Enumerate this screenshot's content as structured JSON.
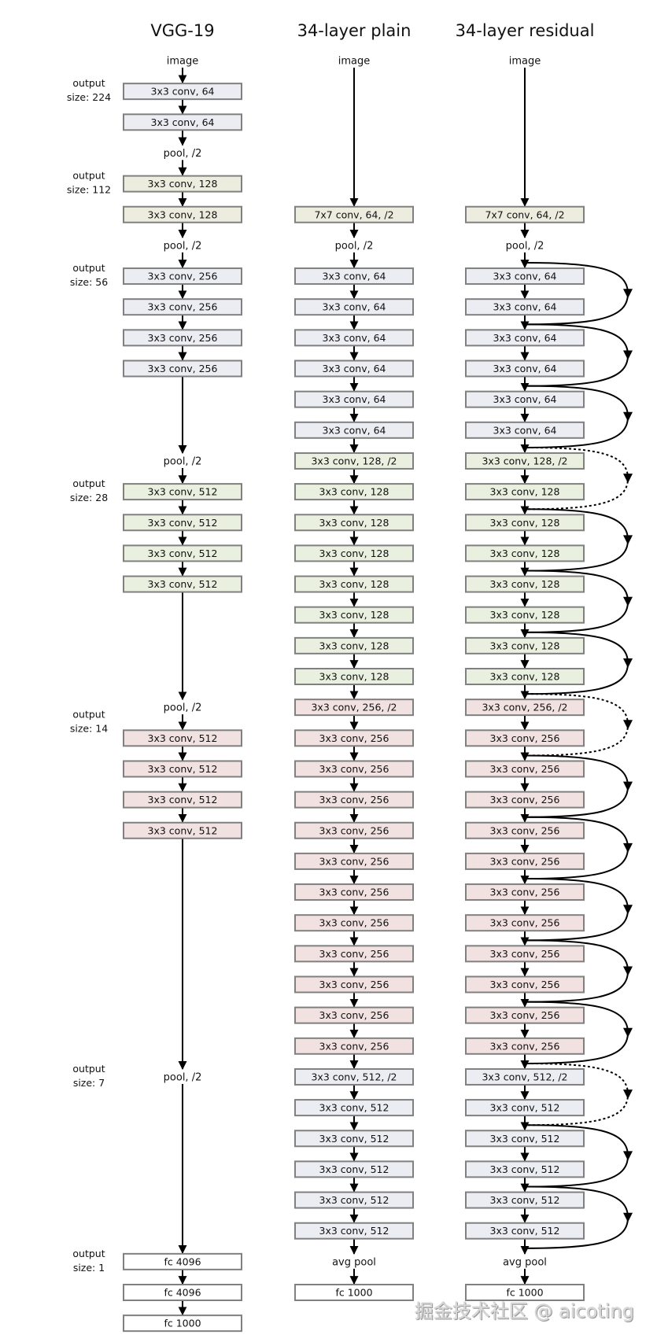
{
  "colors": {
    "gray": "#ecedf2",
    "beige": "#ededdf",
    "green": "#eaf0df",
    "pink": "#f2e1e1",
    "white": "#ffffff",
    "border": "#808080",
    "arrow": "#000000"
  },
  "columns": [
    {
      "id": "vgg19",
      "title": "VGG-19",
      "items": [
        {
          "row": 0,
          "type": "text",
          "label": "image"
        },
        {
          "row": 1,
          "type": "block",
          "label": "3x3 conv, 64",
          "color": "gray"
        },
        {
          "row": 2,
          "type": "block",
          "label": "3x3 conv, 64",
          "color": "gray"
        },
        {
          "row": 3,
          "type": "text",
          "label": "pool, /2"
        },
        {
          "row": 4,
          "type": "block",
          "label": "3x3 conv, 128",
          "color": "beige"
        },
        {
          "row": 5,
          "type": "block",
          "label": "3x3 conv, 128",
          "color": "beige"
        },
        {
          "row": 6,
          "type": "text",
          "label": "pool, /2"
        },
        {
          "row": 7,
          "type": "block",
          "label": "3x3 conv, 256",
          "color": "gray"
        },
        {
          "row": 8,
          "type": "block",
          "label": "3x3 conv, 256",
          "color": "gray"
        },
        {
          "row": 9,
          "type": "block",
          "label": "3x3 conv, 256",
          "color": "gray"
        },
        {
          "row": 10,
          "type": "block",
          "label": "3x3 conv, 256",
          "color": "gray"
        },
        {
          "row": 13,
          "type": "text",
          "label": "pool, /2"
        },
        {
          "row": 14,
          "type": "block",
          "label": "3x3 conv, 512",
          "color": "green"
        },
        {
          "row": 15,
          "type": "block",
          "label": "3x3 conv, 512",
          "color": "green"
        },
        {
          "row": 16,
          "type": "block",
          "label": "3x3 conv, 512",
          "color": "green"
        },
        {
          "row": 17,
          "type": "block",
          "label": "3x3 conv, 512",
          "color": "green"
        },
        {
          "row": 21,
          "type": "text",
          "label": "pool, /2"
        },
        {
          "row": 22,
          "type": "block",
          "label": "3x3 conv, 512",
          "color": "pink"
        },
        {
          "row": 23,
          "type": "block",
          "label": "3x3 conv, 512",
          "color": "pink"
        },
        {
          "row": 24,
          "type": "block",
          "label": "3x3 conv, 512",
          "color": "pink"
        },
        {
          "row": 25,
          "type": "block",
          "label": "3x3 conv, 512",
          "color": "pink"
        },
        {
          "row": 33,
          "type": "text",
          "label": "pool, /2"
        },
        {
          "row": 39,
          "type": "block",
          "label": "fc 4096",
          "color": "white"
        },
        {
          "row": 40,
          "type": "block",
          "label": "fc 4096",
          "color": "white"
        },
        {
          "row": 41,
          "type": "block",
          "label": "fc 1000",
          "color": "white"
        }
      ]
    },
    {
      "id": "plain34",
      "title": "34-layer plain",
      "items": [
        {
          "row": 0,
          "type": "text",
          "label": "image"
        },
        {
          "row": 5,
          "type": "block",
          "label": "7x7 conv, 64, /2",
          "color": "beige"
        },
        {
          "row": 6,
          "type": "text",
          "label": "pool, /2"
        },
        {
          "row": 7,
          "type": "block",
          "label": "3x3 conv, 64",
          "color": "gray"
        },
        {
          "row": 8,
          "type": "block",
          "label": "3x3 conv, 64",
          "color": "gray"
        },
        {
          "row": 9,
          "type": "block",
          "label": "3x3 conv, 64",
          "color": "gray"
        },
        {
          "row": 10,
          "type": "block",
          "label": "3x3 conv, 64",
          "color": "gray"
        },
        {
          "row": 11,
          "type": "block",
          "label": "3x3 conv, 64",
          "color": "gray"
        },
        {
          "row": 12,
          "type": "block",
          "label": "3x3 conv, 64",
          "color": "gray"
        },
        {
          "row": 13,
          "type": "block",
          "label": "3x3 conv, 128, /2",
          "color": "green"
        },
        {
          "row": 14,
          "type": "block",
          "label": "3x3 conv, 128",
          "color": "green"
        },
        {
          "row": 15,
          "type": "block",
          "label": "3x3 conv, 128",
          "color": "green"
        },
        {
          "row": 16,
          "type": "block",
          "label": "3x3 conv, 128",
          "color": "green"
        },
        {
          "row": 17,
          "type": "block",
          "label": "3x3 conv, 128",
          "color": "green"
        },
        {
          "row": 18,
          "type": "block",
          "label": "3x3 conv, 128",
          "color": "green"
        },
        {
          "row": 19,
          "type": "block",
          "label": "3x3 conv, 128",
          "color": "green"
        },
        {
          "row": 20,
          "type": "block",
          "label": "3x3 conv, 128",
          "color": "green"
        },
        {
          "row": 21,
          "type": "block",
          "label": "3x3 conv, 256, /2",
          "color": "pink"
        },
        {
          "row": 22,
          "type": "block",
          "label": "3x3 conv, 256",
          "color": "pink"
        },
        {
          "row": 23,
          "type": "block",
          "label": "3x3 conv, 256",
          "color": "pink"
        },
        {
          "row": 24,
          "type": "block",
          "label": "3x3 conv, 256",
          "color": "pink"
        },
        {
          "row": 25,
          "type": "block",
          "label": "3x3 conv, 256",
          "color": "pink"
        },
        {
          "row": 26,
          "type": "block",
          "label": "3x3 conv, 256",
          "color": "pink"
        },
        {
          "row": 27,
          "type": "block",
          "label": "3x3 conv, 256",
          "color": "pink"
        },
        {
          "row": 28,
          "type": "block",
          "label": "3x3 conv, 256",
          "color": "pink"
        },
        {
          "row": 29,
          "type": "block",
          "label": "3x3 conv, 256",
          "color": "pink"
        },
        {
          "row": 30,
          "type": "block",
          "label": "3x3 conv, 256",
          "color": "pink"
        },
        {
          "row": 31,
          "type": "block",
          "label": "3x3 conv, 256",
          "color": "pink"
        },
        {
          "row": 32,
          "type": "block",
          "label": "3x3 conv, 256",
          "color": "pink"
        },
        {
          "row": 33,
          "type": "block",
          "label": "3x3 conv, 512, /2",
          "color": "gray"
        },
        {
          "row": 34,
          "type": "block",
          "label": "3x3 conv, 512",
          "color": "gray"
        },
        {
          "row": 35,
          "type": "block",
          "label": "3x3 conv, 512",
          "color": "gray"
        },
        {
          "row": 36,
          "type": "block",
          "label": "3x3 conv, 512",
          "color": "gray"
        },
        {
          "row": 37,
          "type": "block",
          "label": "3x3 conv, 512",
          "color": "gray"
        },
        {
          "row": 38,
          "type": "block",
          "label": "3x3 conv, 512",
          "color": "gray"
        },
        {
          "row": 39,
          "type": "text",
          "label": "avg pool"
        },
        {
          "row": 40,
          "type": "block",
          "label": "fc 1000",
          "color": "white"
        }
      ]
    },
    {
      "id": "residual34",
      "title": "34-layer residual",
      "items": [
        {
          "row": 0,
          "type": "text",
          "label": "image"
        },
        {
          "row": 5,
          "type": "block",
          "label": "7x7 conv, 64, /2",
          "color": "beige"
        },
        {
          "row": 6,
          "type": "text",
          "label": "pool, /2"
        },
        {
          "row": 7,
          "type": "block",
          "label": "3x3 conv, 64",
          "color": "gray"
        },
        {
          "row": 8,
          "type": "block",
          "label": "3x3 conv, 64",
          "color": "gray"
        },
        {
          "row": 9,
          "type": "block",
          "label": "3x3 conv, 64",
          "color": "gray"
        },
        {
          "row": 10,
          "type": "block",
          "label": "3x3 conv, 64",
          "color": "gray"
        },
        {
          "row": 11,
          "type": "block",
          "label": "3x3 conv, 64",
          "color": "gray"
        },
        {
          "row": 12,
          "type": "block",
          "label": "3x3 conv, 64",
          "color": "gray"
        },
        {
          "row": 13,
          "type": "block",
          "label": "3x3 conv, 128, /2",
          "color": "green"
        },
        {
          "row": 14,
          "type": "block",
          "label": "3x3 conv, 128",
          "color": "green"
        },
        {
          "row": 15,
          "type": "block",
          "label": "3x3 conv, 128",
          "color": "green"
        },
        {
          "row": 16,
          "type": "block",
          "label": "3x3 conv, 128",
          "color": "green"
        },
        {
          "row": 17,
          "type": "block",
          "label": "3x3 conv, 128",
          "color": "green"
        },
        {
          "row": 18,
          "type": "block",
          "label": "3x3 conv, 128",
          "color": "green"
        },
        {
          "row": 19,
          "type": "block",
          "label": "3x3 conv, 128",
          "color": "green"
        },
        {
          "row": 20,
          "type": "block",
          "label": "3x3 conv, 128",
          "color": "green"
        },
        {
          "row": 21,
          "type": "block",
          "label": "3x3 conv, 256, /2",
          "color": "pink"
        },
        {
          "row": 22,
          "type": "block",
          "label": "3x3 conv, 256",
          "color": "pink"
        },
        {
          "row": 23,
          "type": "block",
          "label": "3x3 conv, 256",
          "color": "pink"
        },
        {
          "row": 24,
          "type": "block",
          "label": "3x3 conv, 256",
          "color": "pink"
        },
        {
          "row": 25,
          "type": "block",
          "label": "3x3 conv, 256",
          "color": "pink"
        },
        {
          "row": 26,
          "type": "block",
          "label": "3x3 conv, 256",
          "color": "pink"
        },
        {
          "row": 27,
          "type": "block",
          "label": "3x3 conv, 256",
          "color": "pink"
        },
        {
          "row": 28,
          "type": "block",
          "label": "3x3 conv, 256",
          "color": "pink"
        },
        {
          "row": 29,
          "type": "block",
          "label": "3x3 conv, 256",
          "color": "pink"
        },
        {
          "row": 30,
          "type": "block",
          "label": "3x3 conv, 256",
          "color": "pink"
        },
        {
          "row": 31,
          "type": "block",
          "label": "3x3 conv, 256",
          "color": "pink"
        },
        {
          "row": 32,
          "type": "block",
          "label": "3x3 conv, 256",
          "color": "pink"
        },
        {
          "row": 33,
          "type": "block",
          "label": "3x3 conv, 512, /2",
          "color": "gray"
        },
        {
          "row": 34,
          "type": "block",
          "label": "3x3 conv, 512",
          "color": "gray"
        },
        {
          "row": 35,
          "type": "block",
          "label": "3x3 conv, 512",
          "color": "gray"
        },
        {
          "row": 36,
          "type": "block",
          "label": "3x3 conv, 512",
          "color": "gray"
        },
        {
          "row": 37,
          "type": "block",
          "label": "3x3 conv, 512",
          "color": "gray"
        },
        {
          "row": 38,
          "type": "block",
          "label": "3x3 conv, 512",
          "color": "gray"
        },
        {
          "row": 39,
          "type": "text",
          "label": "avg pool"
        },
        {
          "row": 40,
          "type": "block",
          "label": "fc 1000",
          "color": "white"
        }
      ],
      "shortcuts": [
        {
          "from_row": 7,
          "to_row": 9,
          "style": "solid"
        },
        {
          "from_row": 9,
          "to_row": 11,
          "style": "solid"
        },
        {
          "from_row": 11,
          "to_row": 13,
          "style": "solid"
        },
        {
          "from_row": 13,
          "to_row": 15,
          "style": "dashed"
        },
        {
          "from_row": 15,
          "to_row": 17,
          "style": "solid"
        },
        {
          "from_row": 17,
          "to_row": 19,
          "style": "solid"
        },
        {
          "from_row": 19,
          "to_row": 21,
          "style": "solid"
        },
        {
          "from_row": 21,
          "to_row": 23,
          "style": "dashed"
        },
        {
          "from_row": 23,
          "to_row": 25,
          "style": "solid"
        },
        {
          "from_row": 25,
          "to_row": 27,
          "style": "solid"
        },
        {
          "from_row": 27,
          "to_row": 29,
          "style": "solid"
        },
        {
          "from_row": 29,
          "to_row": 31,
          "style": "solid"
        },
        {
          "from_row": 31,
          "to_row": 33,
          "style": "solid"
        },
        {
          "from_row": 33,
          "to_row": 35,
          "style": "dashed"
        },
        {
          "from_row": 35,
          "to_row": 37,
          "style": "solid"
        },
        {
          "from_row": 37,
          "to_row": 39,
          "style": "solid"
        }
      ]
    }
  ],
  "output_sizes": [
    {
      "row": 1,
      "line1": "output",
      "line2": "size: 224"
    },
    {
      "row": 4,
      "line1": "output",
      "line2": "size: 112"
    },
    {
      "row": 7,
      "line1": "output",
      "line2": "size: 56"
    },
    {
      "row": 14,
      "line1": "output",
      "line2": "size: 28"
    },
    {
      "row": 21.5,
      "line1": "output",
      "line2": "size: 14"
    },
    {
      "row": 33,
      "line1": "output",
      "line2": "size: 7"
    },
    {
      "row": 39,
      "line1": "output",
      "line2": "size: 1"
    }
  ],
  "watermark": "掘金技术社区 @ aicoting"
}
